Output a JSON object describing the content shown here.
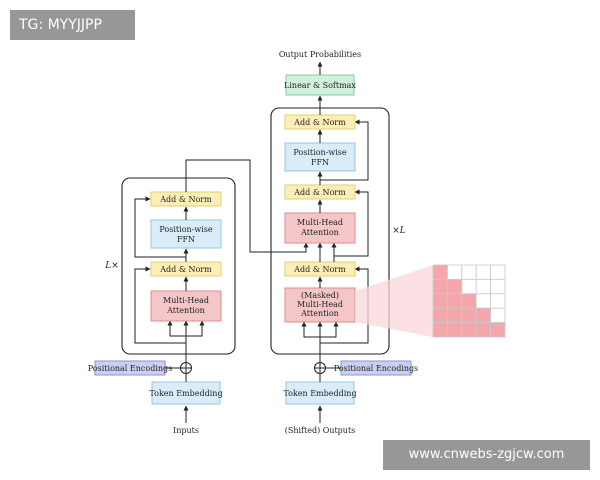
{
  "encoder": {
    "input_label": "Inputs",
    "token_embedding": "Token Embedding",
    "positional_encodings": "Positional Encodings",
    "attention_line1": "Multi-Head",
    "attention_line2": "Attention",
    "add_norm": "Add & Norm",
    "ffn_line1": "Position-wise",
    "ffn_line2": "FFN",
    "repeat_label": "L×"
  },
  "decoder": {
    "input_label": "(Shifted) Outputs",
    "token_embedding": "Token Embedding",
    "positional_encodings": "Positional Encodings",
    "masked_line1": "(Masked)",
    "masked_line2": "Multi-Head",
    "masked_line3": "Attention",
    "add_norm": "Add & Norm",
    "cross_line1": "Multi-Head",
    "cross_line2": "Attention",
    "ffn_line1": "Position-wise",
    "ffn_line2": "FFN",
    "repeat_label": "×L",
    "linear_softmax": "Linear & Softmax",
    "output_label": "Output Probabilities"
  },
  "mask": {
    "size": 5
  },
  "watermarks": {
    "top_left": "TG: MYYJJPP",
    "bottom_right": "www.cnwebs-zgjcw.com"
  },
  "colors": {
    "add_norm_fill": "#fbefb6",
    "add_norm_stroke": "#e3cf74",
    "ffn_fill": "#d9ecf7",
    "ffn_stroke": "#9cc6e0",
    "attention_fill": "#f5c6c8",
    "attention_stroke": "#dc8e92",
    "embedding_fill": "#d9ecf7",
    "embedding_stroke": "#9cc6e0",
    "positional_fill": "#ccd0f0",
    "positional_stroke": "#8e95d6",
    "softmax_fill": "#d2efdd",
    "softmax_stroke": "#88c9a2",
    "mask_fill": "#f3a7ab",
    "mask_empty": "#ffffff"
  }
}
